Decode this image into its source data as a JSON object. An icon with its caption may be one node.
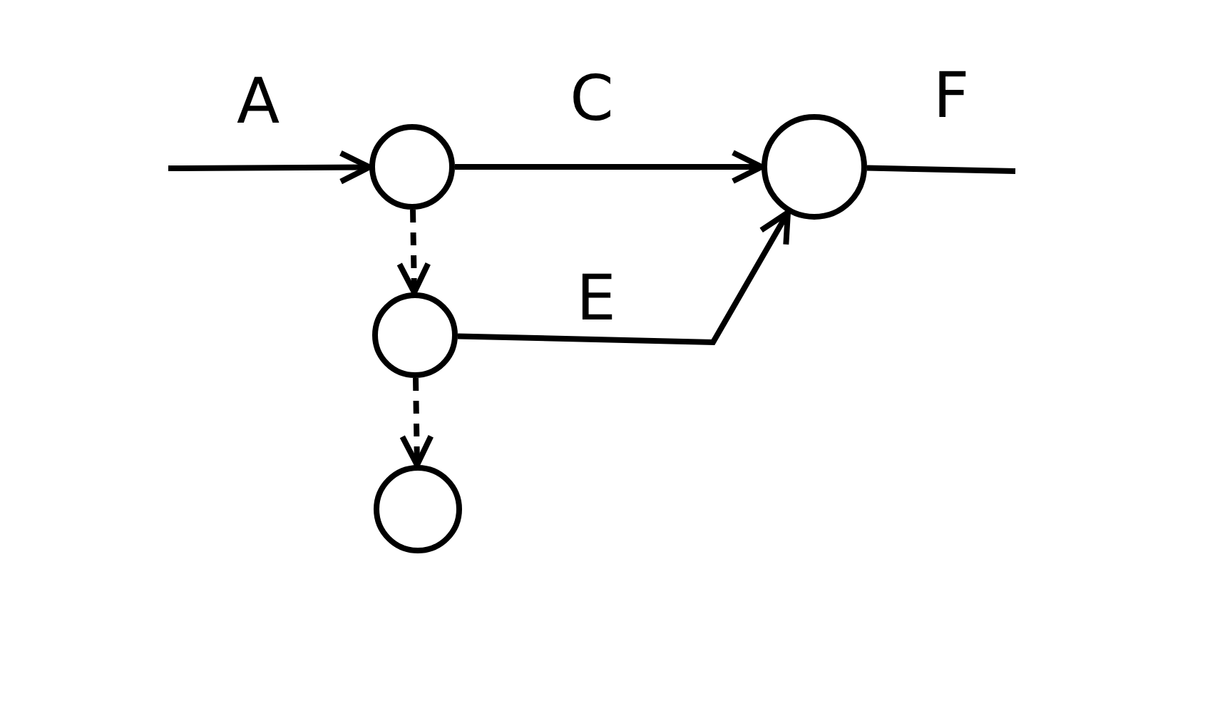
{
  "diagram": {
    "nodes": [
      {
        "text": [],
        "shape": "circle"
      },
      {
        "text": [],
        "shape": "circle"
      },
      {
        "text": [],
        "shape": "circle"
      },
      {
        "text": [],
        "shape": "circle"
      }
    ],
    "edges": [
      {
        "from": null,
        "to": 0,
        "arrow": "to",
        "label": "A"
      },
      {
        "from": 0,
        "to": 3,
        "arrow": "to",
        "label": "C"
      },
      {
        "from": 0,
        "to": 1,
        "arrow": "to",
        "style": "dashed"
      },
      {
        "from": 1,
        "to": 3,
        "arrow": "to",
        "label": "E"
      },
      {
        "from": 1,
        "to": 2,
        "arrow": "to",
        "style": "dashed"
      },
      {
        "from": 3,
        "to": null,
        "arrow": "none",
        "label": "F"
      }
    ]
  }
}
